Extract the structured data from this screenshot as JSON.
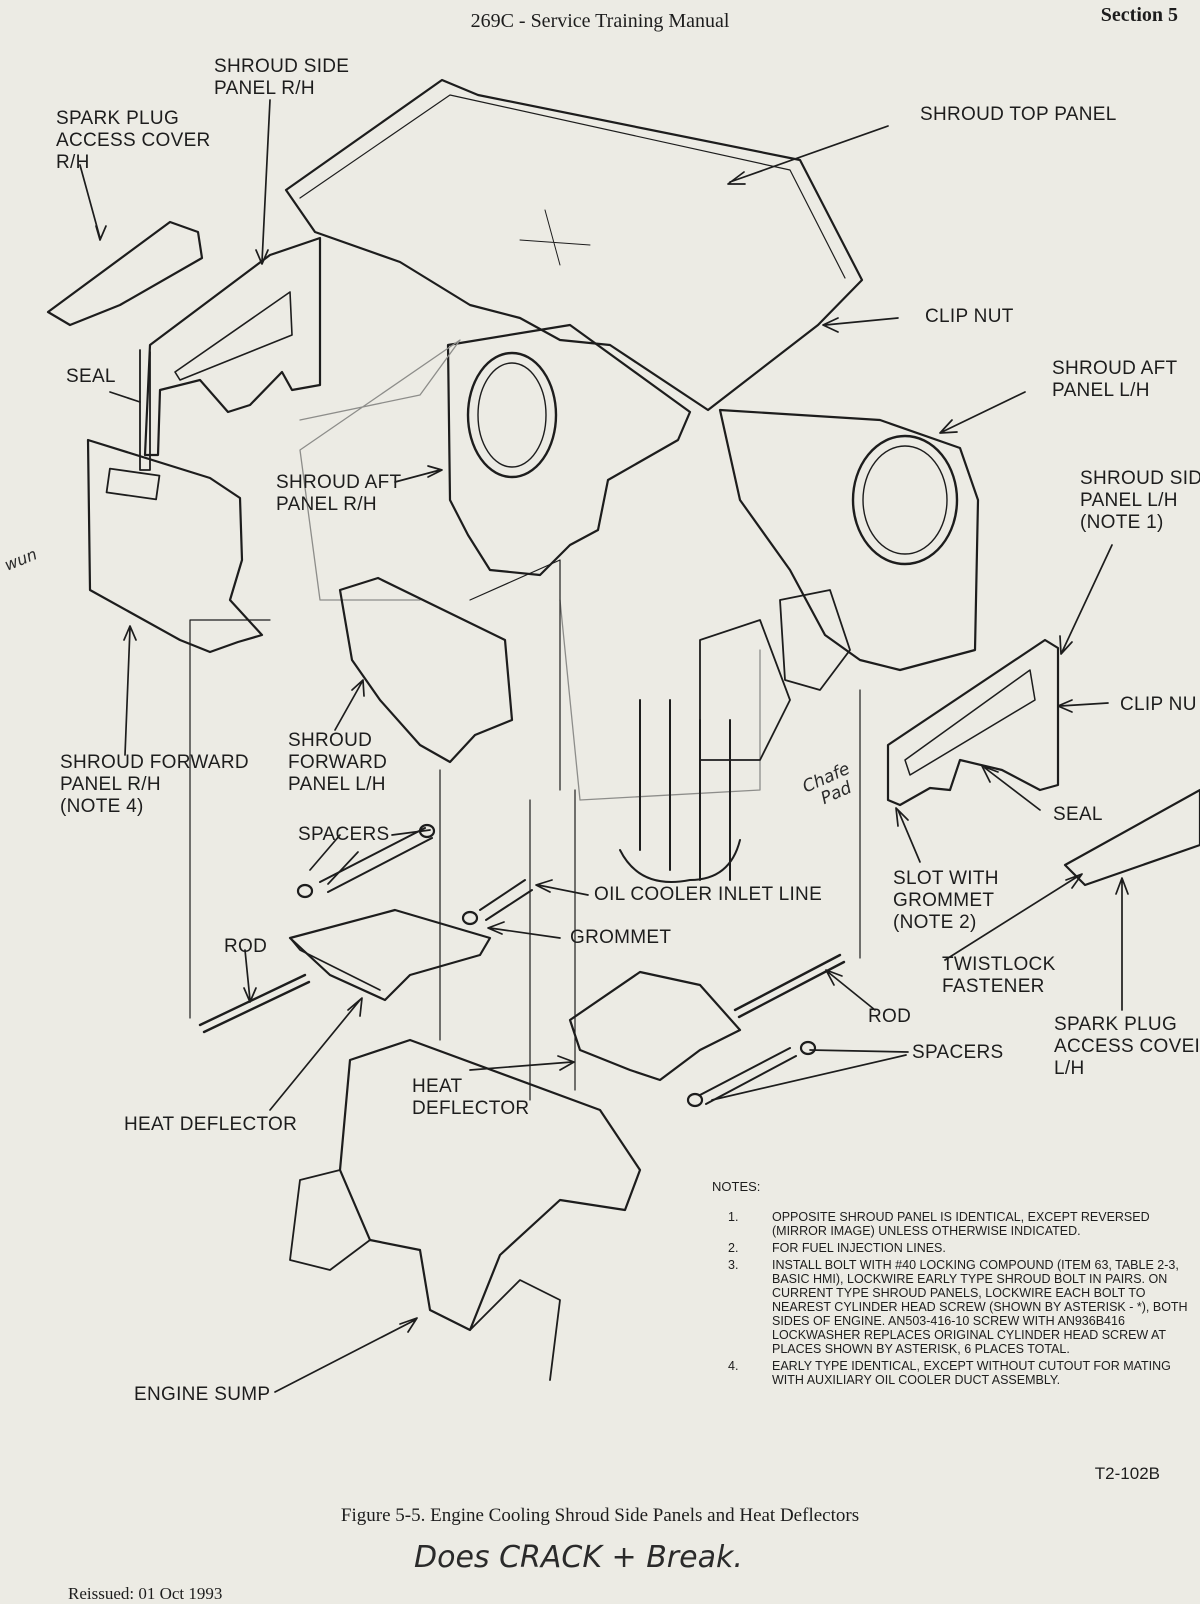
{
  "header": {
    "title": "269C - Service Training Manual",
    "section": "Section 5"
  },
  "labels": {
    "spark_plug_rh": [
      "SPARK PLUG",
      "ACCESS COVER",
      "R/H"
    ],
    "shroud_side_rh": [
      "SHROUD SIDE",
      "PANEL R/H"
    ],
    "shroud_top": "SHROUD TOP PANEL",
    "clip_nut_top": "CLIP NUT",
    "shroud_aft_lh": [
      "SHROUD AFT",
      "PANEL L/H"
    ],
    "seal_left": "SEAL",
    "shroud_aft_rh": [
      "SHROUD AFT",
      "PANEL R/H"
    ],
    "shroud_side_lh": [
      "SHROUD SID",
      "PANEL L/H",
      "(NOTE 1)"
    ],
    "clip_nut_right": "CLIP NU",
    "shroud_fwd_rh": [
      "SHROUD FORWARD",
      "PANEL R/H",
      "(NOTE 4)"
    ],
    "shroud_fwd_lh": [
      "SHROUD",
      "FORWARD",
      "PANEL L/H"
    ],
    "seal_right": "SEAL",
    "spacers_top": "SPACERS",
    "oil_cooler_inlet": "OIL COOLER INLET LINE",
    "slot_grommet": [
      "SLOT WITH",
      "GROMMET",
      "(NOTE 2)"
    ],
    "grommet": "GROMMET",
    "rod_left": "ROD",
    "twistlock": [
      "TWISTLOCK",
      "FASTENER"
    ],
    "rod_right": "ROD",
    "spark_plug_lh": [
      "SPARK PLUG",
      "ACCESS COVEI",
      "L/H"
    ],
    "spacers_right": "SPACERS",
    "heat_deflector_mid": [
      "HEAT",
      "DEFLECTOR"
    ],
    "heat_deflector_left": "HEAT DEFLECTOR",
    "engine_sump": "ENGINE SUMP"
  },
  "notes": {
    "title": "NOTES:",
    "items": [
      {
        "num": "1.",
        "text": "OPPOSITE SHROUD PANEL IS IDENTICAL, EXCEPT REVERSED (MIRROR IMAGE) UNLESS OTHERWISE INDICATED."
      },
      {
        "num": "2.",
        "text": "FOR FUEL INJECTION LINES."
      },
      {
        "num": "3.",
        "text": "INSTALL BOLT WITH #40 LOCKING COMPOUND (ITEM 63, TABLE 2-3, BASIC HMI), LOCKWIRE EARLY TYPE SHROUD BOLT IN PAIRS. ON CURRENT TYPE SHROUD PANELS, LOCKWIRE EACH BOLT TO NEAREST CYLINDER HEAD SCREW (SHOWN BY ASTERISK - *), BOTH SIDES OF ENGINE. AN503-416-10 SCREW WITH AN936B416 LOCKWASHER REPLACES ORIGINAL CYLINDER HEAD SCREW AT PLACES SHOWN BY ASTERISK, 6 PLACES TOTAL."
      },
      {
        "num": "4.",
        "text": "EARLY TYPE IDENTICAL, EXCEPT WITHOUT CUTOUT FOR MATING WITH AUXILIARY OIL COOLER DUCT ASSEMBLY."
      }
    ]
  },
  "drawing_code": "T2-102B",
  "caption": "Figure 5-5. Engine Cooling Shroud Side Panels and Heat Deflectors",
  "handwriting": {
    "bottom": "Does CRACK + Break.",
    "margin": [
      "Chafe",
      "Pad"
    ],
    "left_edge": "wun"
  },
  "footer_partial": "Reissued: 01 Oct 1993",
  "colors": {
    "paper": "#ecebe4",
    "ink": "#1d1d1d"
  }
}
